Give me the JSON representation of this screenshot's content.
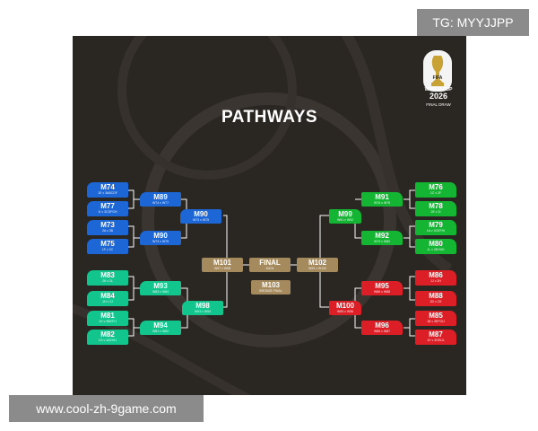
{
  "watermarks": {
    "top": "TG: MYYJJPP",
    "bottom": "www.cool-zh-9game.com"
  },
  "poster": {
    "title": "PATHWAYS",
    "logo": {
      "fifa": "FIFA",
      "world_cup": "WORLD CUP",
      "year": "2026",
      "subtitle": "FINAL DRAW"
    }
  },
  "colors": {
    "blue": "#1c66d6",
    "teal": "#12c58c",
    "green": "#13b532",
    "red": "#dc1f27",
    "gold": "#a58a5e",
    "background": "#2a2622"
  },
  "bracket": {
    "left_r32": [
      {
        "code": "M74",
        "sub": "1E v 3ABCDF"
      },
      {
        "code": "M77",
        "sub": "1I v 3CDFGH"
      },
      {
        "code": "M73",
        "sub": "2A v 2B"
      },
      {
        "code": "M75",
        "sub": "1F v 2C"
      },
      {
        "code": "M83",
        "sub": "2K v 2L"
      },
      {
        "code": "M84",
        "sub": "1H v 2J"
      },
      {
        "code": "M81",
        "sub": "1D v 3BEFIJ"
      },
      {
        "code": "M82",
        "sub": "1G v 3AEHIJ"
      }
    ],
    "left_r16": [
      {
        "code": "M89",
        "sub": "W74 v W77"
      },
      {
        "code": "M90",
        "sub": "W73 v W75"
      },
      {
        "code": "M93",
        "sub": "W83 v W84"
      },
      {
        "code": "M94",
        "sub": "W81 v W82"
      }
    ],
    "left_qf": [
      {
        "code": "M90",
        "sub": "W73 v W75"
      },
      {
        "code": "M98",
        "sub": "W93 v W94"
      }
    ],
    "left_sf": {
      "code": "M101",
      "sub": "W97 v W98"
    },
    "final": {
      "code": "FINAL",
      "sub": "M104"
    },
    "third_place": {
      "code": "M103",
      "sub": "BRONZE FINAL"
    },
    "right_sf": {
      "code": "M102",
      "sub": "W99 v W100"
    },
    "right_qf": [
      {
        "code": "M99",
        "sub": "W91 v W92"
      },
      {
        "code": "M100",
        "sub": "W95 v W96"
      }
    ],
    "right_r16": [
      {
        "code": "M91",
        "sub": "W76 v W78"
      },
      {
        "code": "M92",
        "sub": "W79 v W80"
      },
      {
        "code": "M95",
        "sub": "W86 v W88"
      },
      {
        "code": "M96",
        "sub": "W85 v W87"
      }
    ],
    "right_r32": [
      {
        "code": "M76",
        "sub": "1C v 2F"
      },
      {
        "code": "M78",
        "sub": "2E v 2I"
      },
      {
        "code": "M79",
        "sub": "1A v 3CEFHI"
      },
      {
        "code": "M80",
        "sub": "1L v 3EHIJK"
      },
      {
        "code": "M86",
        "sub": "1J v 2H"
      },
      {
        "code": "M88",
        "sub": "2D v 2G"
      },
      {
        "code": "M85",
        "sub": "1B v 3EFGIJ"
      },
      {
        "code": "M87",
        "sub": "1K v 3DEIJL"
      }
    ]
  }
}
